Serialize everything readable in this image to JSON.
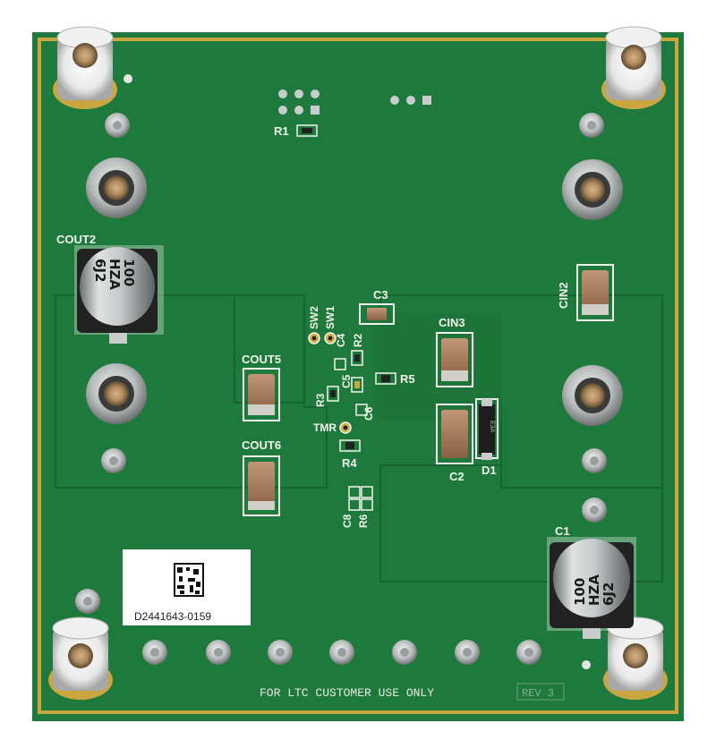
{
  "board": {
    "footer_text": "FOR LTC CUSTOMER USE ONLY",
    "revision": "REV 3",
    "serial_label": "D2441643-0159",
    "colors": {
      "pcb_green": "#1e7a3c",
      "edge_gold": "#c9a640",
      "silkscreen": "#f2f2ec",
      "ceramic_cap": "#a87a5c"
    }
  },
  "designators": {
    "R1": "R1",
    "C3": "C3",
    "SW2": "SW2",
    "SW1": "SW1",
    "C4": "C4",
    "R2": "R2",
    "C5": "C5",
    "R5": "R5",
    "R3": "R3",
    "C6": "C6",
    "TMR": "TMR",
    "R4": "R4",
    "C8": "C8",
    "R6": "R6",
    "COUT2": "COUT2",
    "COUT5": "COUT5",
    "COUT6": "COUT6",
    "CIN2": "CIN2",
    "CIN3": "CIN3",
    "C2": "C2",
    "D1": "D1",
    "C1": "C1"
  },
  "electrolytics": {
    "cout2": {
      "value": "100",
      "code": "HZA",
      "lot": "6J2"
    },
    "c1": {
      "value": "100",
      "code": "HZA",
      "lot": "6J2"
    }
  },
  "diode_marking": "E3A"
}
